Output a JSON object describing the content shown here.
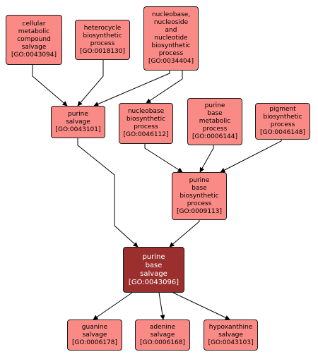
{
  "colors": {
    "node_fill": "#fa8a86",
    "focus_fill": "#9b2f2e",
    "edge": "#000000"
  },
  "nodes": {
    "n43094": {
      "lines": [
        "cellular",
        "metabolic",
        "compound",
        "salvage",
        "[GO:0043094]"
      ]
    },
    "n18130": {
      "lines": [
        "heterocycle",
        "biosynthetic",
        "process",
        "[GO:0018130]"
      ]
    },
    "n34404": {
      "lines": [
        "nucleobase,",
        "nucleoside",
        "and",
        "nucleotide",
        "biosynthetic",
        "process",
        "[GO:0034404]"
      ]
    },
    "n43101": {
      "lines": [
        "purine",
        "salvage",
        "[GO:0043101]"
      ]
    },
    "n46112": {
      "lines": [
        "nucleobase",
        "biosynthetic",
        "process",
        "[GO:0046112]"
      ]
    },
    "n6144": {
      "lines": [
        "purine",
        "base",
        "metabolic",
        "process",
        "[GO:0006144]"
      ]
    },
    "n46148": {
      "lines": [
        "pigment",
        "biosynthetic",
        "process",
        "[GO:0046148]"
      ]
    },
    "n9113": {
      "lines": [
        "purine",
        "base",
        "biosynthetic",
        "process",
        "[GO:0009113]"
      ]
    },
    "n43096": {
      "lines": [
        "purine",
        "base",
        "salvage",
        "[GO:0043096]"
      ]
    },
    "n6178": {
      "lines": [
        "guanine",
        "salvage",
        "[GO:0006178]"
      ]
    },
    "n6168": {
      "lines": [
        "adenine",
        "salvage",
        "[GO:0006168]"
      ]
    },
    "n43103": {
      "lines": [
        "hypoxanthine",
        "salvage",
        "[GO:0043103]"
      ]
    }
  }
}
